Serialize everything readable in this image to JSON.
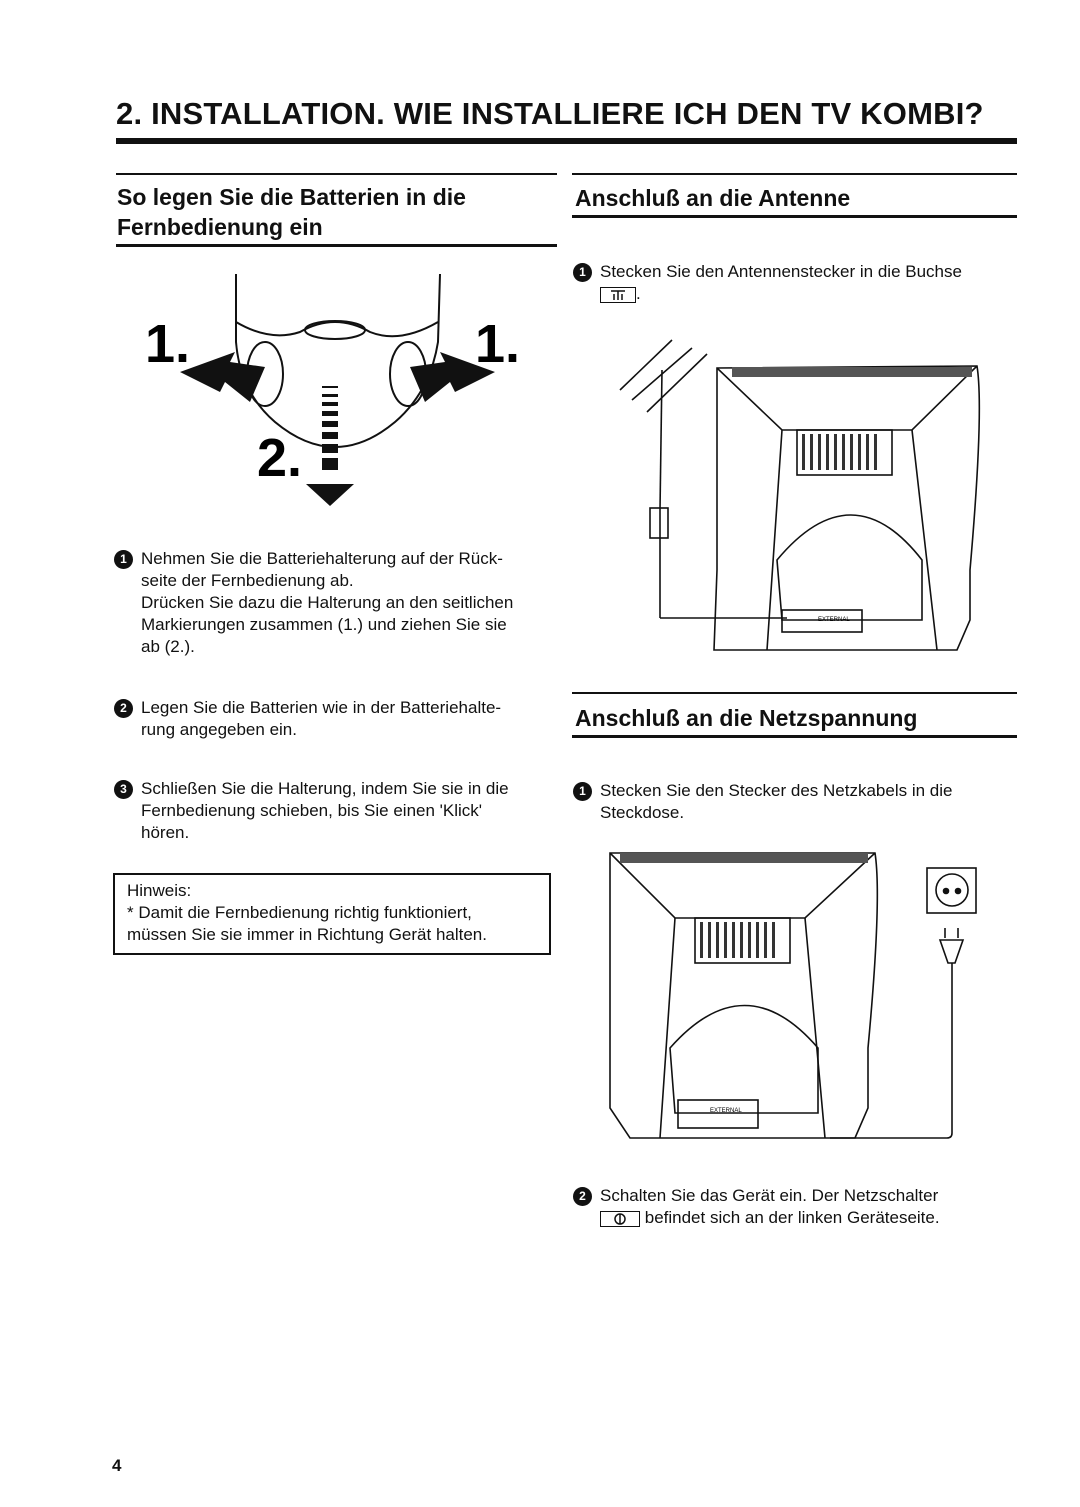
{
  "page": {
    "title": "2.  INSTALLATION. WIE INSTALLIERE ICH DEN TV KOMBI?",
    "number": "4"
  },
  "batteries": {
    "title_line1": "So legen Sie die Batterien in die",
    "title_line2": "Fernbedienung ein",
    "figure": {
      "label_left": "1.",
      "label_right": "1.",
      "label_down": "2."
    },
    "steps": [
      {
        "num": "1",
        "lines": [
          "Nehmen Sie die Batteriehalterung auf der Rück-",
          "seite der Fernbedienung ab.",
          "Drücken Sie dazu die Halterung an den seitlichen",
          "Markierungen zusammen (1.) und ziehen Sie sie",
          "ab (2.)."
        ]
      },
      {
        "num": "2",
        "lines": [
          "Legen Sie die Batterien wie in der Batteriehalte-",
          "rung angegeben ein."
        ]
      },
      {
        "num": "3",
        "lines": [
          "Schließen Sie die Halterung, indem Sie sie in die",
          "Fernbedienung schieben, bis Sie einen 'Klick'",
          "hören."
        ]
      }
    ],
    "note": {
      "heading": "Hinweis:",
      "line1": "* Damit die Fernbedienung richtig funktioniert,",
      "line2": "müssen Sie sie immer in Richtung Gerät halten."
    }
  },
  "antenna": {
    "title": "Anschluß an die Antenne",
    "steps": [
      {
        "num": "1",
        "line1": "Stecken Sie den Antennenstecker in die Buchse",
        "symbol": "antenna-socket-icon",
        "suffix": "."
      }
    ],
    "figure": {
      "port_label": "EXTERNAL"
    }
  },
  "power": {
    "title": "Anschluß an die Netzspannung",
    "steps": [
      {
        "num": "1",
        "lines": [
          "Stecken Sie den Stecker des Netzkabels in die",
          "Steckdose."
        ]
      },
      {
        "num": "2",
        "line1": "Schalten Sie das Gerät ein. Der Netzschalter",
        "symbol": "power-switch-icon",
        "line2": "befindet sich an der linken Geräteseite."
      }
    ],
    "figure": {
      "port_label": "EXTERNAL"
    }
  }
}
